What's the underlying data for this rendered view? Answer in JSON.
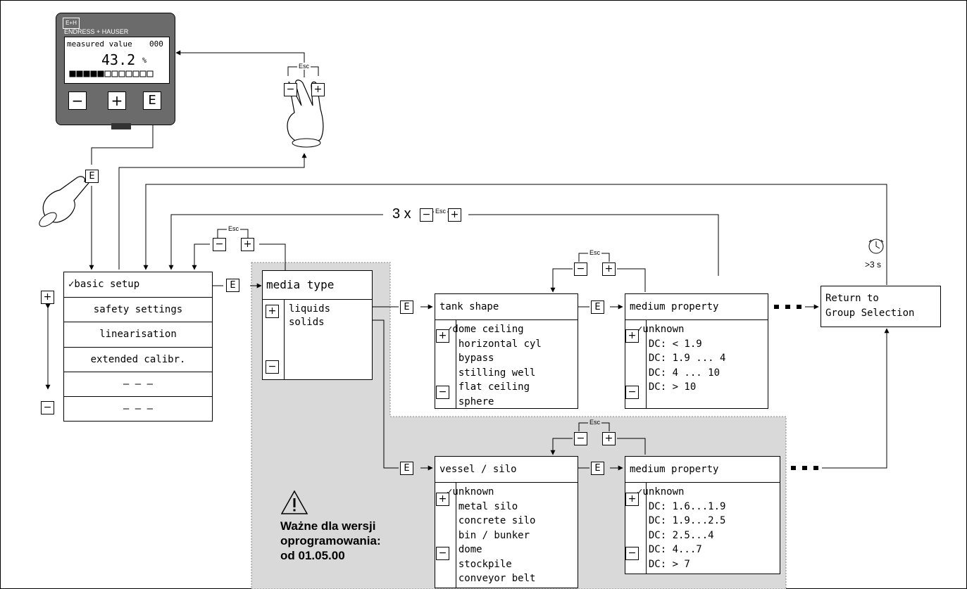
{
  "device": {
    "brand": "ENDRESS + HAUSER",
    "display_label": "measured value",
    "display_code": "000",
    "display_value": "43.2",
    "display_unit": "%",
    "bar_level": 0.43,
    "button_minus": "−",
    "button_plus": "+",
    "button_e": "E"
  },
  "keys": {
    "esc": "Esc",
    "minus": "−",
    "plus": "+",
    "e": "E",
    "repeat": "3 x"
  },
  "group_menu": {
    "items": [
      "✓basic setup",
      "safety settings",
      "linearisation",
      "extended calibr.",
      "– – –",
      "– – –"
    ]
  },
  "media_type": {
    "title": "media type",
    "options": [
      "liquids",
      "solids"
    ]
  },
  "tank_shape": {
    "title": "tank shape",
    "options": [
      "✓dome ceiling",
      "  horizontal cyl",
      "  bypass",
      "  stilling well",
      "  flat ceiling",
      "  sphere"
    ]
  },
  "medium_property_liquids": {
    "title": "medium property",
    "options": [
      "✓unknown",
      "  DC: < 1.9",
      "  DC: 1.9 ... 4",
      "  DC: 4 ... 10",
      "  DC: > 10"
    ]
  },
  "vessel_silo": {
    "title": "vessel / silo",
    "options": [
      "✓unknown",
      "  metal silo",
      "  concrete silo",
      "  bin / bunker",
      "  dome",
      "  stockpile",
      "  conveyor belt"
    ]
  },
  "medium_property_solids": {
    "title": "medium property",
    "options": [
      "✓unknown",
      "  DC: 1.6...1.9",
      "  DC: 1.9...2.5",
      "  DC: 2.5...4",
      "  DC: 4...7",
      "  DC: > 7"
    ]
  },
  "return_box": {
    "line1": "Return to",
    "line2": "Group Selection"
  },
  "timer": {
    "label": ">3 s"
  },
  "warning": {
    "line1": "Ważne dla wersji",
    "line2": "oprogramowania:",
    "line3": "od 01.05.00"
  },
  "colors": {
    "gray_area": "#d9d9d9",
    "device_body": "#6b6b6b",
    "lcd": "#ffffff"
  }
}
